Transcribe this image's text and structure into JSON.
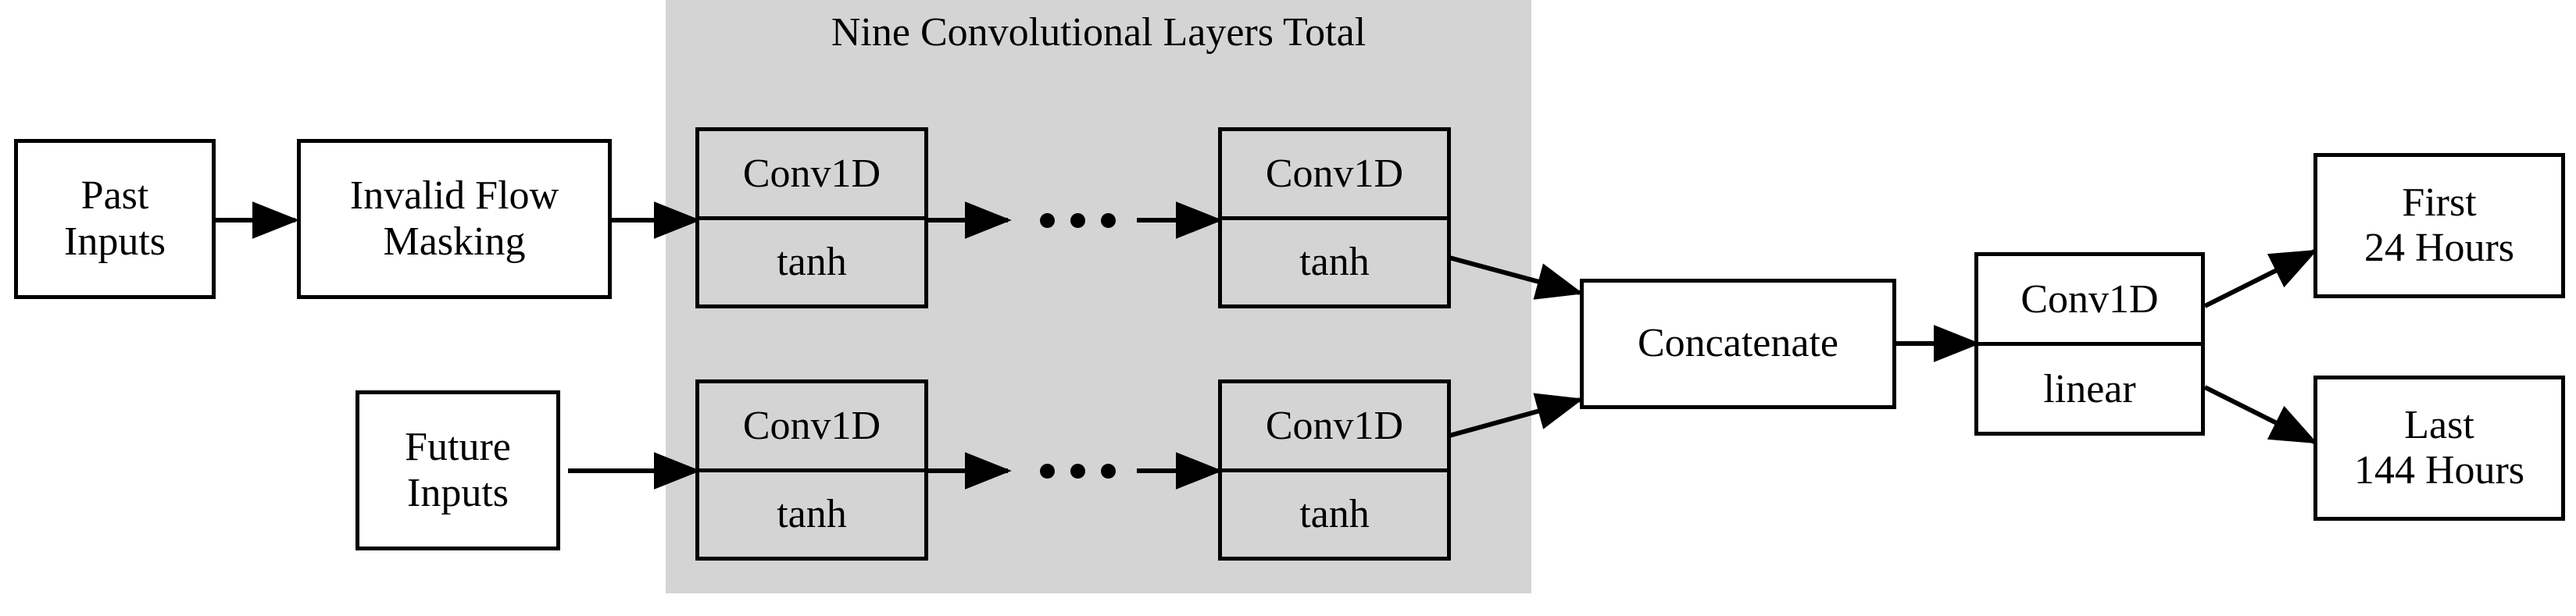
{
  "diagram": {
    "title": "Nine Convolutional Layers Total",
    "background_color": "#ffffff",
    "panel_color": "#d4d4d4",
    "stroke_color": "#000000",
    "panel_label": "Nine Convolutional Layers Total"
  },
  "nodes": {
    "past_inputs": {
      "label": "Past\nInputs"
    },
    "invalid_flow_masking": {
      "label": "Invalid Flow\nMasking"
    },
    "future_inputs": {
      "label": "Future\nInputs"
    },
    "conv_top_first": {
      "op": "Conv1D",
      "activation": "tanh"
    },
    "conv_top_last": {
      "op": "Conv1D",
      "activation": "tanh"
    },
    "conv_bottom_first": {
      "op": "Conv1D",
      "activation": "tanh"
    },
    "conv_bottom_last": {
      "op": "Conv1D",
      "activation": "tanh"
    },
    "concatenate": {
      "label": "Concatenate"
    },
    "conv_output": {
      "op": "Conv1D",
      "activation": "linear"
    },
    "first_24_hours": {
      "label": "First\n24 Hours"
    },
    "last_144_hours": {
      "label": "Last\n144 Hours"
    }
  },
  "ellipsis": {
    "top": "• • •",
    "bottom": "• • •"
  },
  "edges": [
    {
      "from": "past_inputs",
      "to": "invalid_flow_masking"
    },
    {
      "from": "invalid_flow_masking",
      "to": "conv_top_first"
    },
    {
      "from": "conv_top_first",
      "to": "ellipsis_top"
    },
    {
      "from": "ellipsis_top",
      "to": "conv_top_last"
    },
    {
      "from": "conv_top_last",
      "to": "concatenate"
    },
    {
      "from": "future_inputs",
      "to": "conv_bottom_first"
    },
    {
      "from": "conv_bottom_first",
      "to": "ellipsis_bottom"
    },
    {
      "from": "ellipsis_bottom",
      "to": "conv_bottom_last"
    },
    {
      "from": "conv_bottom_last",
      "to": "concatenate"
    },
    {
      "from": "concatenate",
      "to": "conv_output"
    },
    {
      "from": "conv_output",
      "to": "first_24_hours"
    },
    {
      "from": "conv_output",
      "to": "last_144_hours"
    }
  ]
}
